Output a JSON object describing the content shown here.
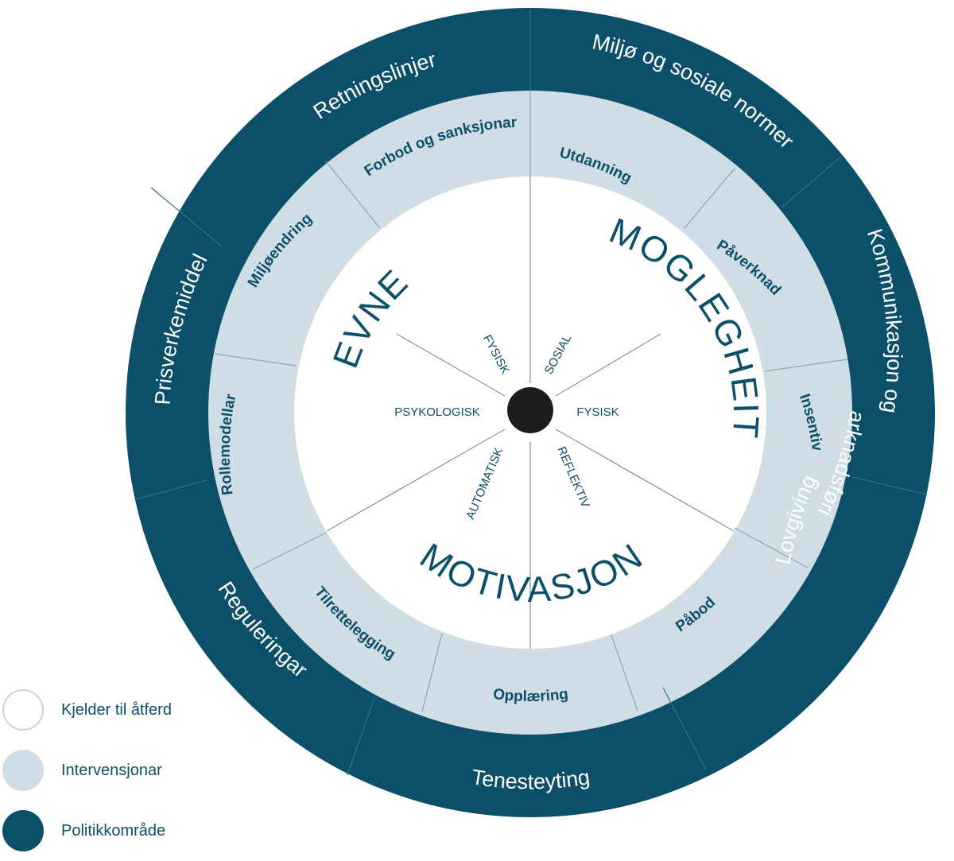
{
  "colors": {
    "outer_ring": "#0c4f69",
    "middle_ring": "#cfdde4",
    "inner_circle": "#ffffff",
    "center_dot": "#1d1d1d",
    "text_dark": "#0c4f69",
    "line": "#7a95a3"
  },
  "policy_areas": [
    "Miljø og sosiale normer",
    "Kommunikasjon og",
    "marknadsføring",
    "Lovgiving",
    "Tenesteyting",
    "Reguleringar",
    "Prisverkemiddel",
    "Retningslinjer"
  ],
  "interventions": [
    "Utdanning",
    "Påverknad",
    "Insentiv",
    "Påbod",
    "Opplæring",
    "Tilrettelegging",
    "Rollemodellar",
    "Miljøendring",
    "Forbod og sanksjonar"
  ],
  "components": {
    "capability": "EVNE",
    "opportunity": "MOGLEGHEIT",
    "motivation": "MOTIVASJON"
  },
  "sub_components": {
    "physical_capability": "FYSISK",
    "psychological_capability": "PSYKOLOGISK",
    "social_opportunity": "SOSIAL",
    "physical_opportunity": "FYSISK",
    "reflective_motivation": "REFLEKTIV",
    "automatic_motivation": "AUTOMATISK"
  },
  "legend": [
    {
      "label": "Kjelder til åtferd",
      "color": "#ffffff",
      "border": "#c9d3d8"
    },
    {
      "label": "Intervensjonar",
      "color": "#cfdde4",
      "border": "#cfdde4"
    },
    {
      "label": "Politikkområde",
      "color": "#0c4f69",
      "border": "#0c4f69"
    }
  ]
}
